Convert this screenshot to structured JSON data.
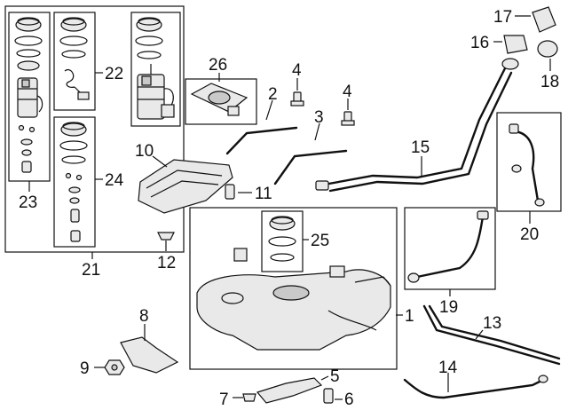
{
  "callouts": {
    "c1": "1",
    "c2": "2",
    "c3": "3",
    "c4a": "4",
    "c4b": "4",
    "c5": "5",
    "c6": "6",
    "c7": "7",
    "c8": "8",
    "c9": "9",
    "c10": "10",
    "c11": "11",
    "c12": "12",
    "c13": "13",
    "c14": "14",
    "c15": "15",
    "c16": "16",
    "c17": "17",
    "c18": "18",
    "c19": "19",
    "c20": "20",
    "c21": "21",
    "c22": "22",
    "c23": "23",
    "c24": "24",
    "c25": "25",
    "c26": "26"
  }
}
